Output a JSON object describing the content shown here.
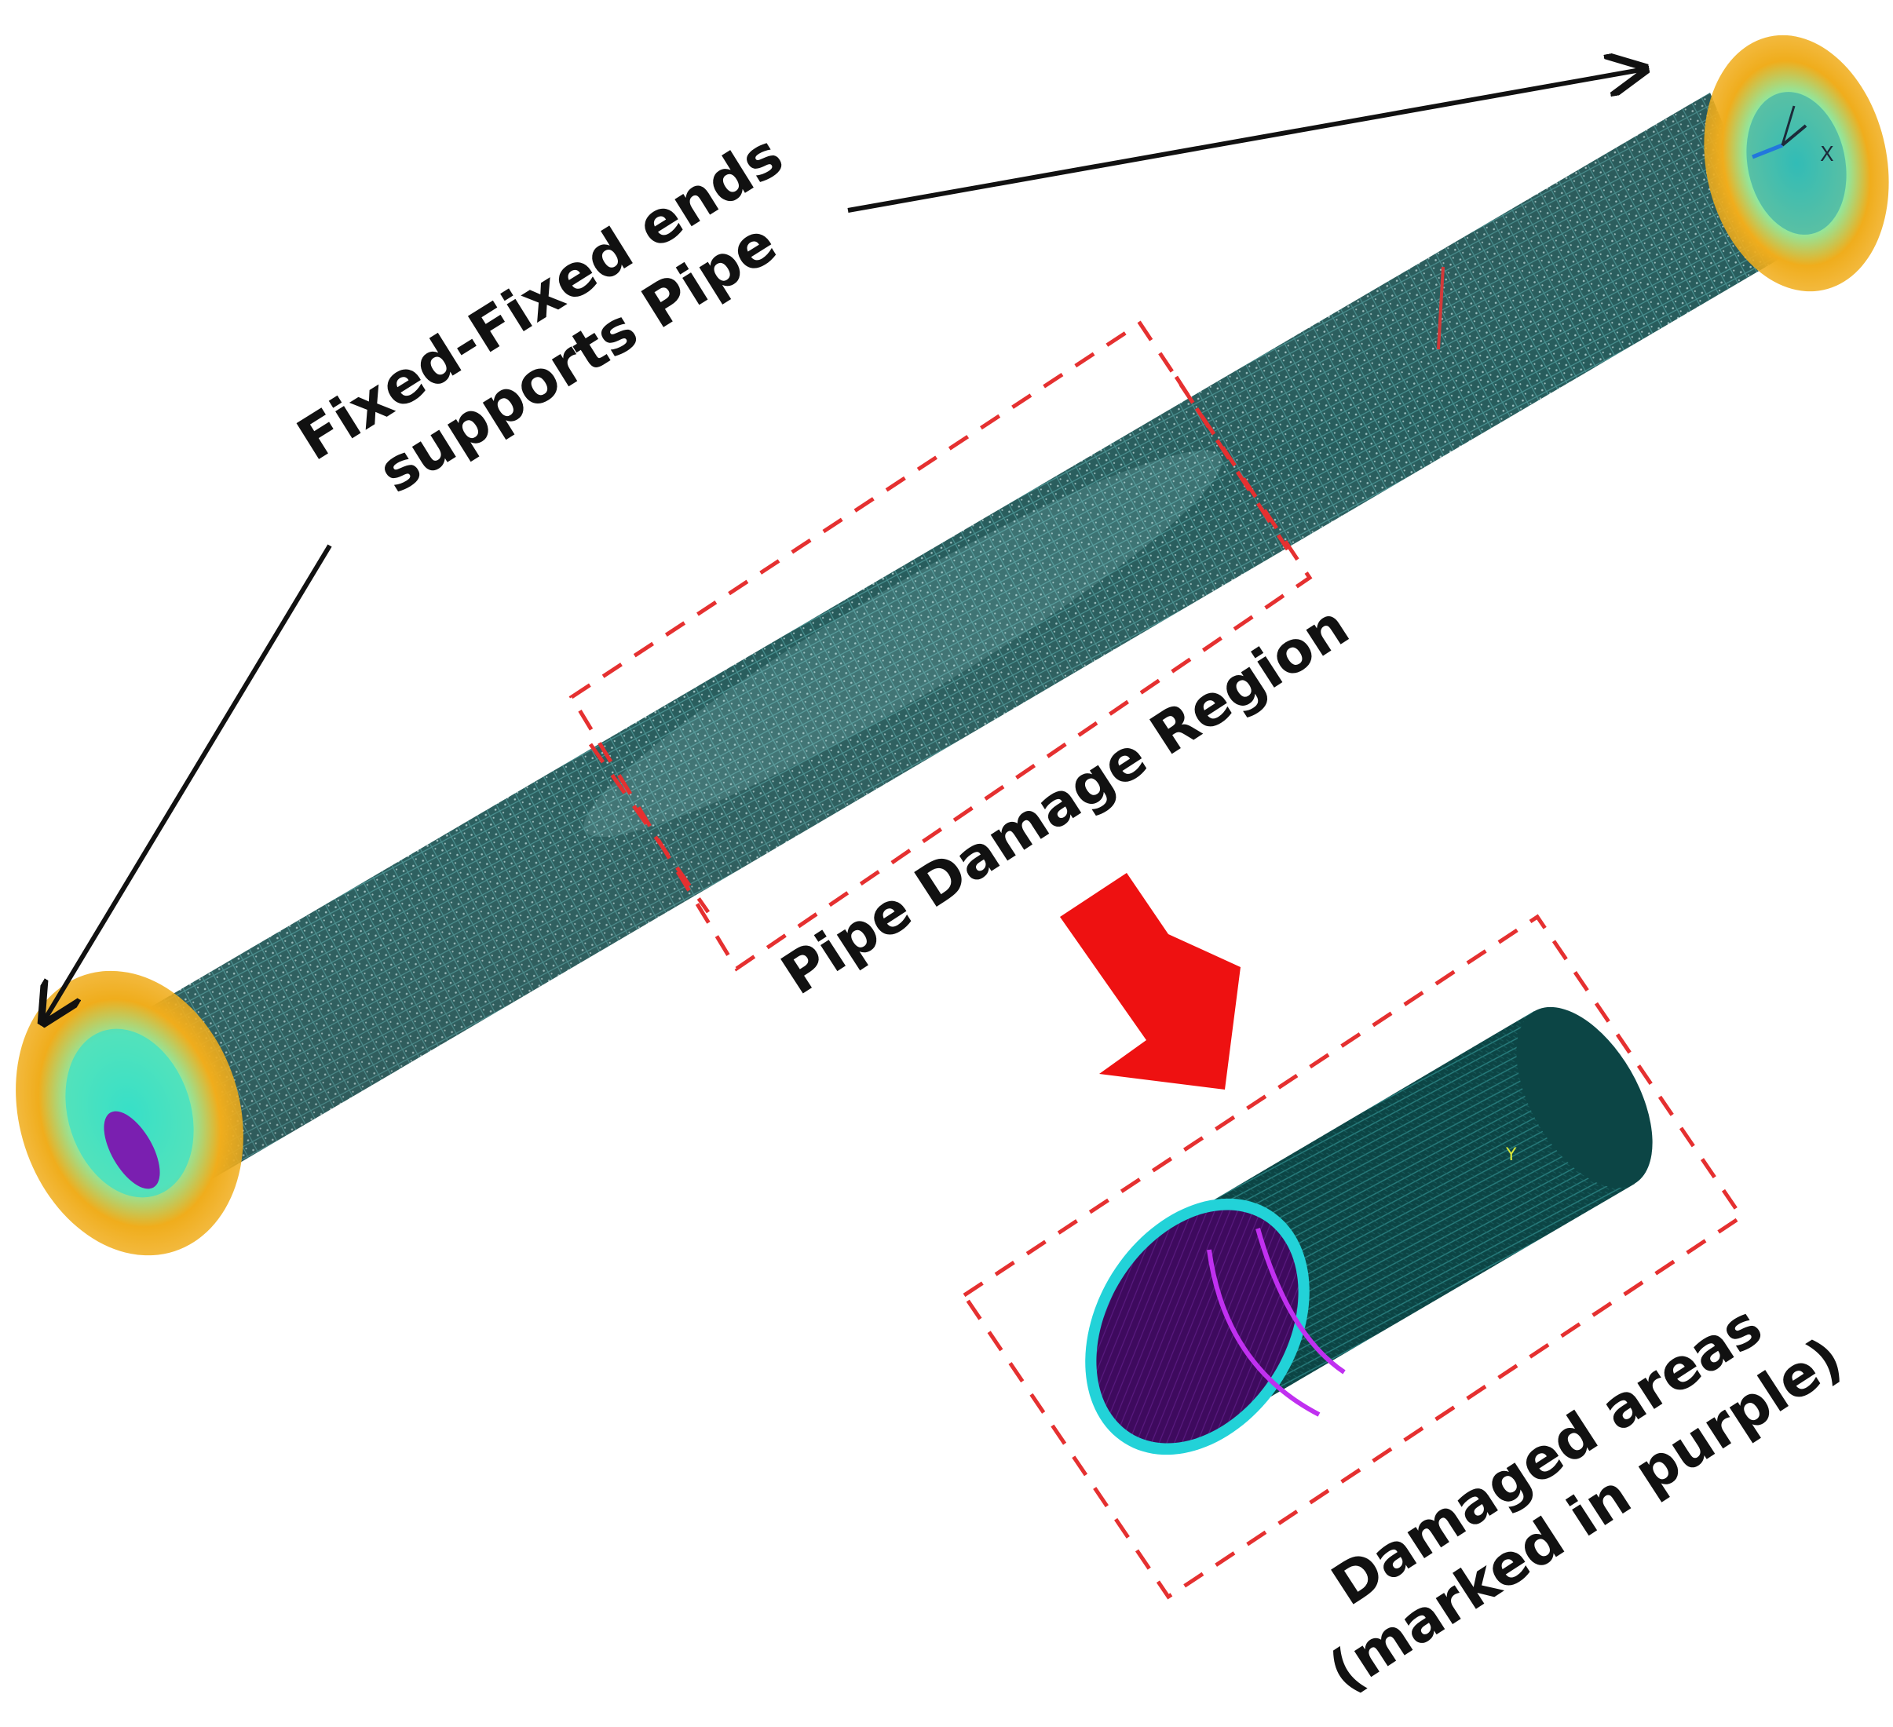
{
  "labels": {
    "supports_line1": "Fixed-Fixed ends",
    "supports_line2": "supports Pipe",
    "damage_region": "Pipe Damage Region",
    "damaged_line1": "Damaged areas",
    "damaged_line2": "(marked in purple)"
  },
  "axis_triad": {
    "x": "X",
    "y": "Y"
  },
  "colors": {
    "pipe_mesh": "#0f4a4a",
    "pipe_highlight": "#9fd8d8",
    "end_support_outer": "#f0ad1c",
    "end_support_inner": "#37e0c8",
    "damage_purple": "#4a0a6a",
    "damage_ring": "#c030f0",
    "inset_rim": "#22d2d8",
    "dashed_box": "#e53030",
    "pointer_arrow": "#ee1111",
    "leader_arrow": "#111111"
  }
}
